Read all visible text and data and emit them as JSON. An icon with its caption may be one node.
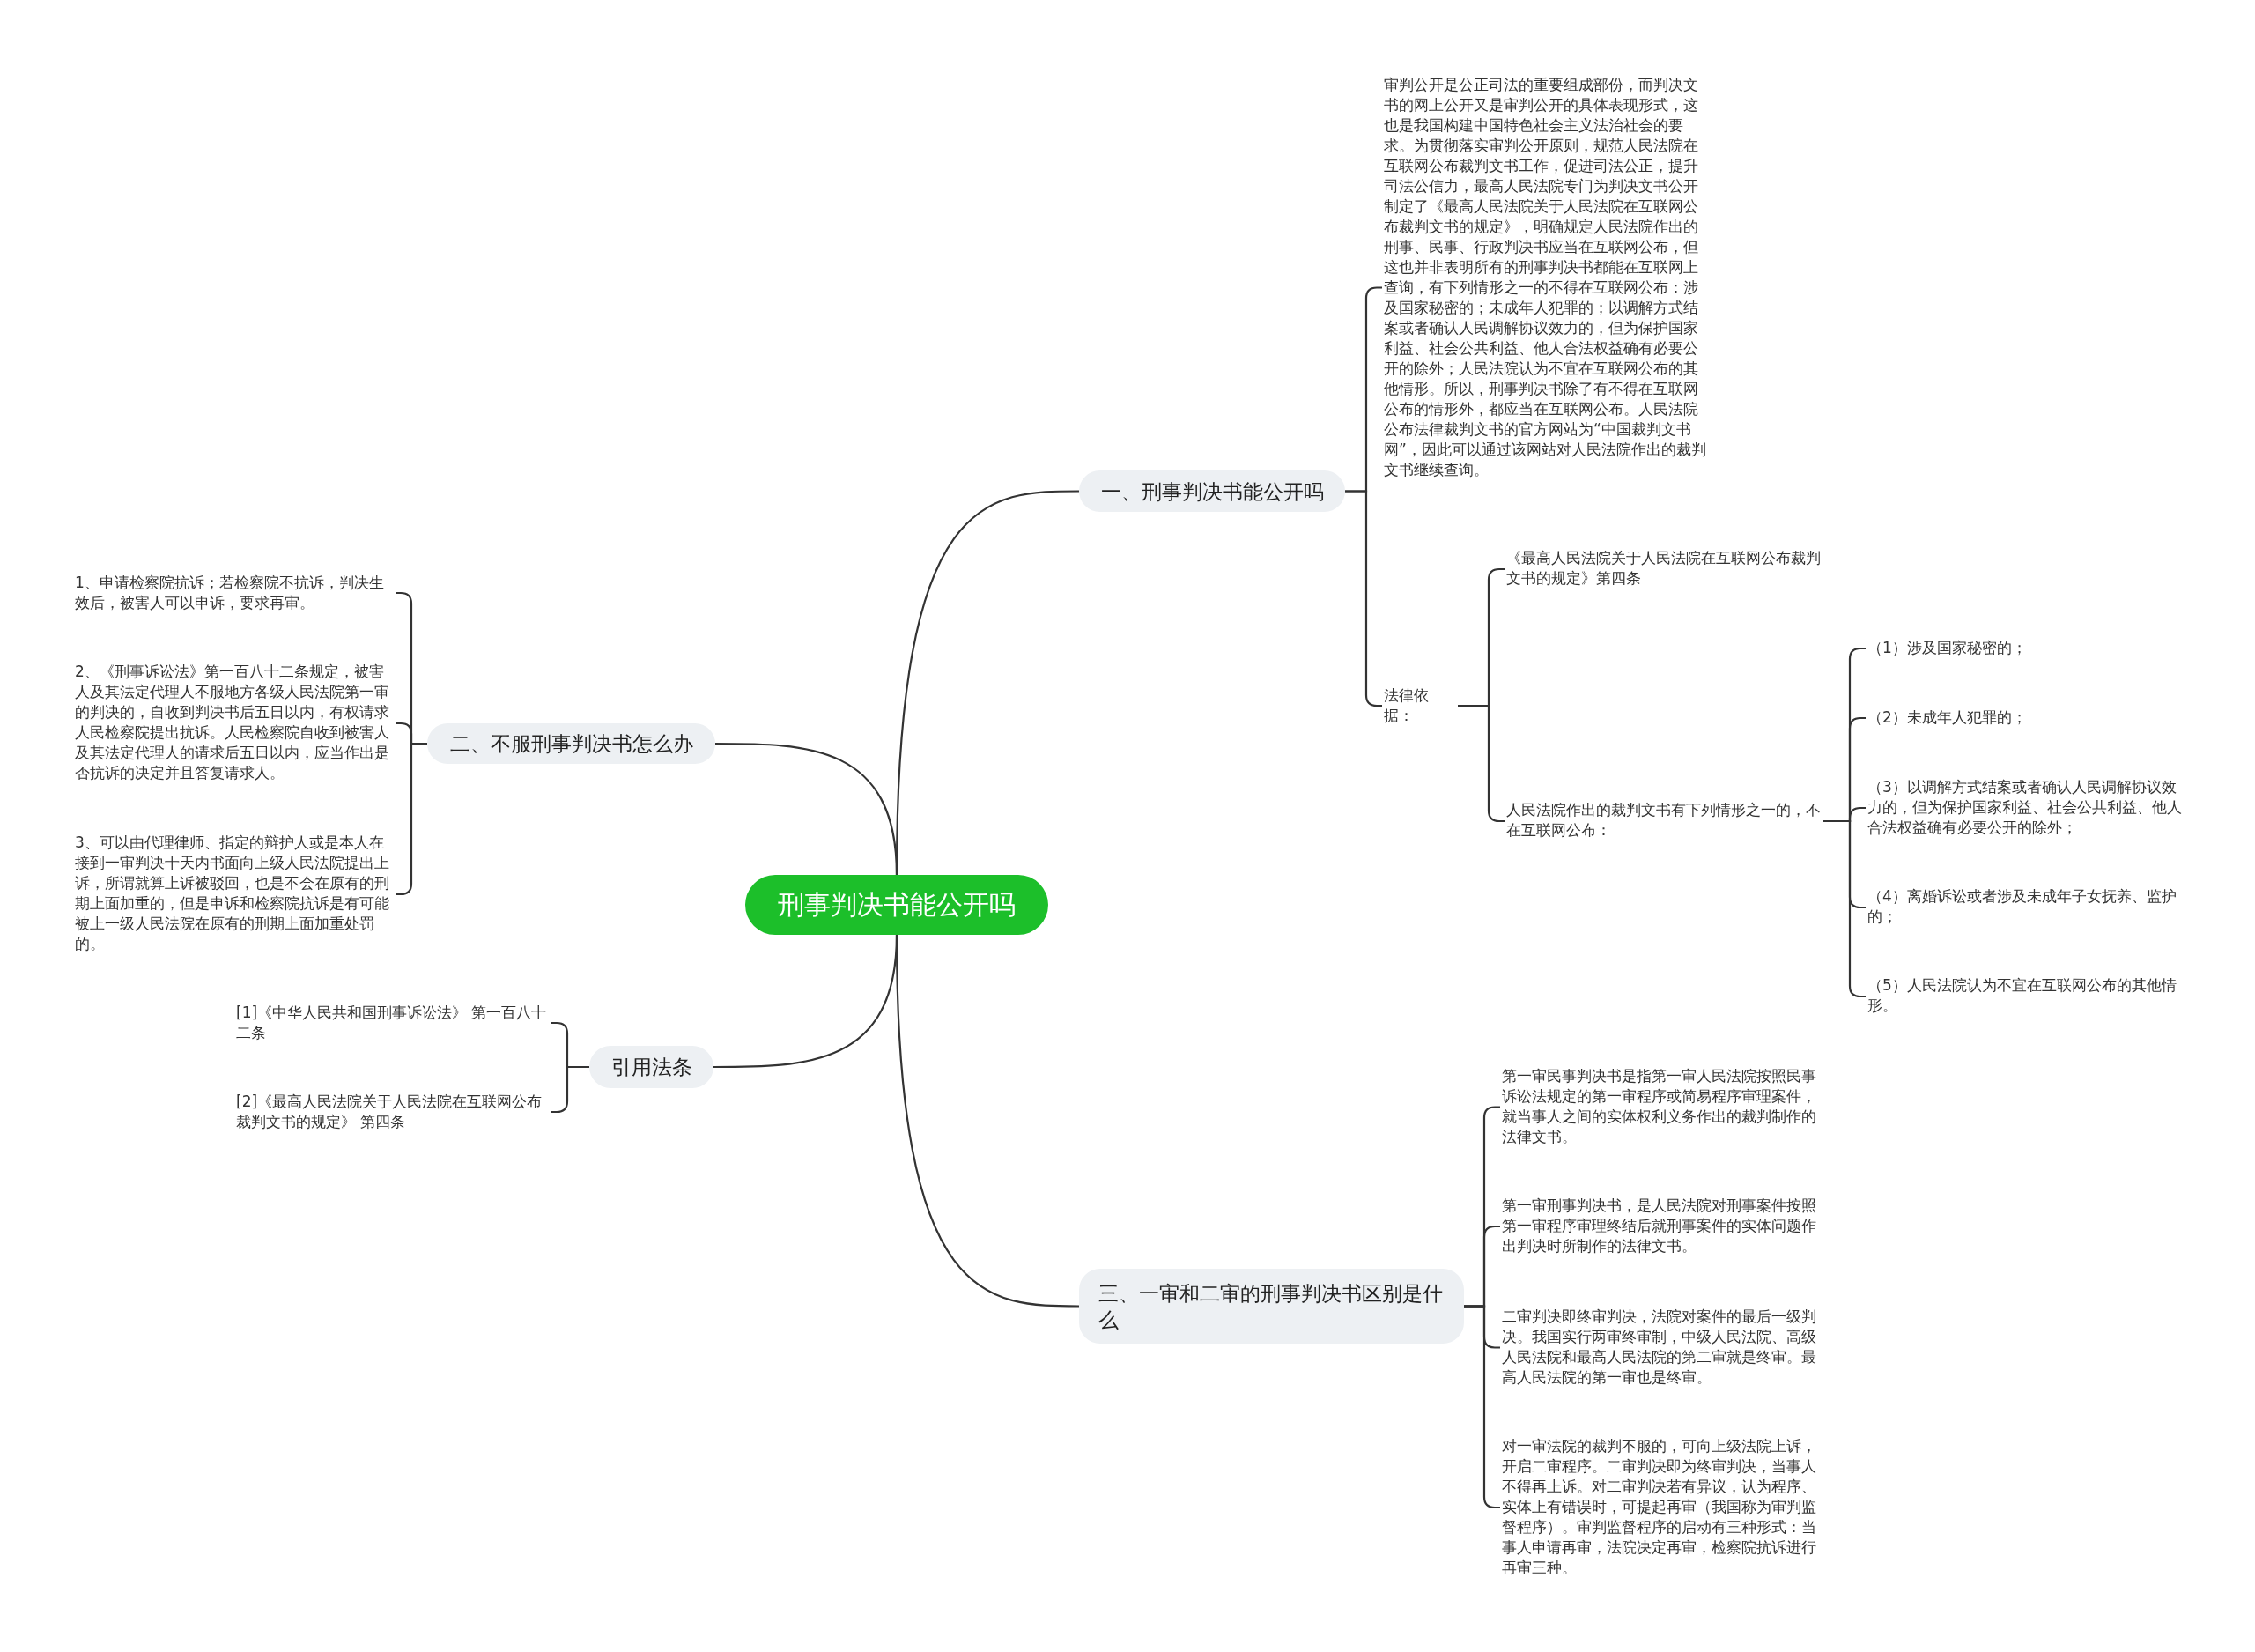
{
  "diagram": {
    "nodes": [
      {
        "text": [
          "刑事判决书能公开吗"
        ]
      },
      {
        "text": [
          "一、刑事判决书能公开吗"
        ]
      },
      {
        "text": [
          "审判公开是公正司法的重要组成部份，而判决文书的网上公开又是审判公开的具体表现形式，这也是我国构建中国特色社会主义法治社会的要求。为贯彻落实审判公开原则，规范人民法院在互联网公布裁判文书工作，促进司法公正，提升司法公信力，最高人民法院专门为判决文书公开制定了《最高人民法院关于人民法院在互联网公布裁判文书的规定》，明确规定人民法院作出的刑事、民事、行政判决书应当在互联网公布，但这也并非表明所有的刑事判决书都能在互联网上查询，有下列情形之一的不得在互联网公布：涉及国家秘密的；未成年人犯罪的；以调解方式结案或者确认人民调解协议效力的，但为保护国家利益、社会公共利益、他人合法权益确有必要公开的除外；人民法院认为不宜在互联网公布的其他情形。所以，刑事判决书除了有不得在互联网公布的情形外，都应当在互联网公布。人民法院公布法律裁判文书的官方网站为“中国裁判文书网”，因此可以通过该网站对人民法院作出的裁判文书继续查询。"
        ]
      },
      {
        "text": [
          "法律依据："
        ]
      },
      {
        "text": [
          "《最高人民法院关于人民法院在互联网公布裁判文书的规定》第四条"
        ]
      },
      {
        "text": [
          "人民法院作出的裁判文书有下列情形之一的，不在互联网公布："
        ]
      },
      {
        "text": [
          "（1）涉及国家秘密的；"
        ]
      },
      {
        "text": [
          "（2）未成年人犯罪的；"
        ]
      },
      {
        "text": [
          "（3）以调解方式结案或者确认人民调解协议效力的，但为保护国家利益、社会公共利益、他人合法权益确有必要公开的除外；"
        ]
      },
      {
        "text": [
          "（4）离婚诉讼或者涉及未成年子女抚养、监护的；"
        ]
      },
      {
        "text": [
          "（5）人民法院认为不宜在互联网公布的其他情形。"
        ]
      },
      {
        "text": [
          "二、不服刑事判决书怎么办"
        ]
      },
      {
        "text": [
          "1、申请检察院抗诉；若检察院不抗诉，判决生效后，被害人可以申诉，要求再审。"
        ]
      },
      {
        "text": [
          "2、《刑事诉讼法》第一百八十二条规定，被害人及其法定代理人不服地方各级人民法院第一审的判决的，自收到判决书后五日以内，有权请求人民检察院提出抗诉。人民检察院自收到被害人及其法定代理人的请求后五日以内，应当作出是否抗诉的决定并且答复请求人。"
        ]
      },
      {
        "text": [
          "3、可以由代理律师、指定的辩护人或是本人在接到一审判决十天内书面向上级人民法院提出上诉，所谓就算上诉被驳回，也是不会在原有的刑期上面加重的，但是申诉和检察院抗诉是有可能被上一级人民法院在原有的刑期上面加重处罚的。"
        ]
      },
      {
        "text": [
          "引用法条"
        ]
      },
      {
        "text": [
          "[1]《中华人民共和国刑事诉讼法》 第一百八十二条"
        ]
      },
      {
        "text": [
          "[2]《最高人民法院关于人民法院在互联网公布裁判文书的规定》 第四条"
        ]
      },
      {
        "text": [
          "三、一审和二审的刑事判决书区别是什么"
        ]
      },
      {
        "text": [
          "第一审民事判决书是指第一审人民法院按照民事诉讼法规定的第一审程序或简易程序审理案件，就当事人之间的实体权利义务作出的裁判制作的法律文书。"
        ]
      },
      {
        "text": [
          "第一审刑事判决书，是人民法院对刑事案件按照第一审程序审理终结后就刑事案件的实体问题作出判决时所制作的法律文书。"
        ]
      },
      {
        "text": [
          "二审判决即终审判决，法院对案件的最后一级判决。我国实行两审终审制，中级人民法院、高级人民法院和最高人民法院的第二审就是终审。最高人民法院的第一审也是终审。"
        ]
      },
      {
        "text": [
          "对一审法院的裁判不服的，可向上级法院上诉，开启二审程序。二审判决即为终审判决，当事人不得再上诉。对二审判决若有异议，认为程序、实体上有错误时，可提起再审（我国称为审判监督程序）。审判监督程序的启动有三种形式：当事人申请再审，法院决定再审，检察院抗诉进行再审三种。"
        ]
      }
    ],
    "edges": [
      {
        "from": 0,
        "to": 1,
        "arrow": "none"
      },
      {
        "from": 1,
        "to": 2,
        "arrow": "none"
      },
      {
        "from": 1,
        "to": 3,
        "arrow": "none"
      },
      {
        "from": 3,
        "to": 4,
        "arrow": "none"
      },
      {
        "from": 3,
        "to": 5,
        "arrow": "none"
      },
      {
        "from": 5,
        "to": 6,
        "arrow": "none"
      },
      {
        "from": 5,
        "to": 7,
        "arrow": "none"
      },
      {
        "from": 5,
        "to": 8,
        "arrow": "none"
      },
      {
        "from": 5,
        "to": 9,
        "arrow": "none"
      },
      {
        "from": 5,
        "to": 10,
        "arrow": "none"
      },
      {
        "from": 0,
        "to": 11,
        "arrow": "none"
      },
      {
        "from": 11,
        "to": 12,
        "arrow": "none"
      },
      {
        "from": 11,
        "to": 13,
        "arrow": "none"
      },
      {
        "from": 11,
        "to": 14,
        "arrow": "none"
      },
      {
        "from": 0,
        "to": 15,
        "arrow": "none"
      },
      {
        "from": 15,
        "to": 16,
        "arrow": "none"
      },
      {
        "from": 15,
        "to": 17,
        "arrow": "none"
      },
      {
        "from": 0,
        "to": 18,
        "arrow": "none"
      },
      {
        "from": 18,
        "to": 19,
        "arrow": "none"
      },
      {
        "from": 18,
        "to": 20,
        "arrow": "none"
      },
      {
        "from": 18,
        "to": 21,
        "arrow": "none"
      },
      {
        "from": 18,
        "to": 22,
        "arrow": "none"
      }
    ]
  }
}
